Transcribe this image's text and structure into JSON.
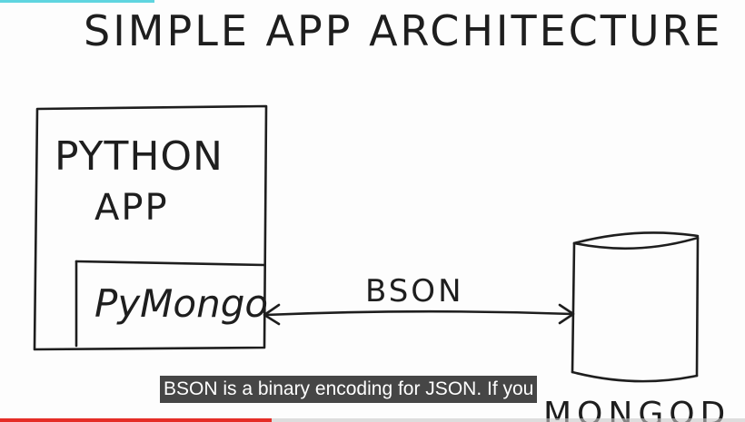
{
  "diagram": {
    "title": "SIMPLE APP ARCHITECTURE",
    "app_box_line1": "PYTHON",
    "app_box_line2": "APP",
    "driver_label": "PyMongo",
    "connection_label": "BSON",
    "database_label": "MONGOD"
  },
  "player": {
    "caption_text": "BSON is a binary encoding for JSON. If you",
    "progress_fraction": 0.365,
    "progress_color": "#e52d27",
    "caption_bg_color": "#080808"
  }
}
